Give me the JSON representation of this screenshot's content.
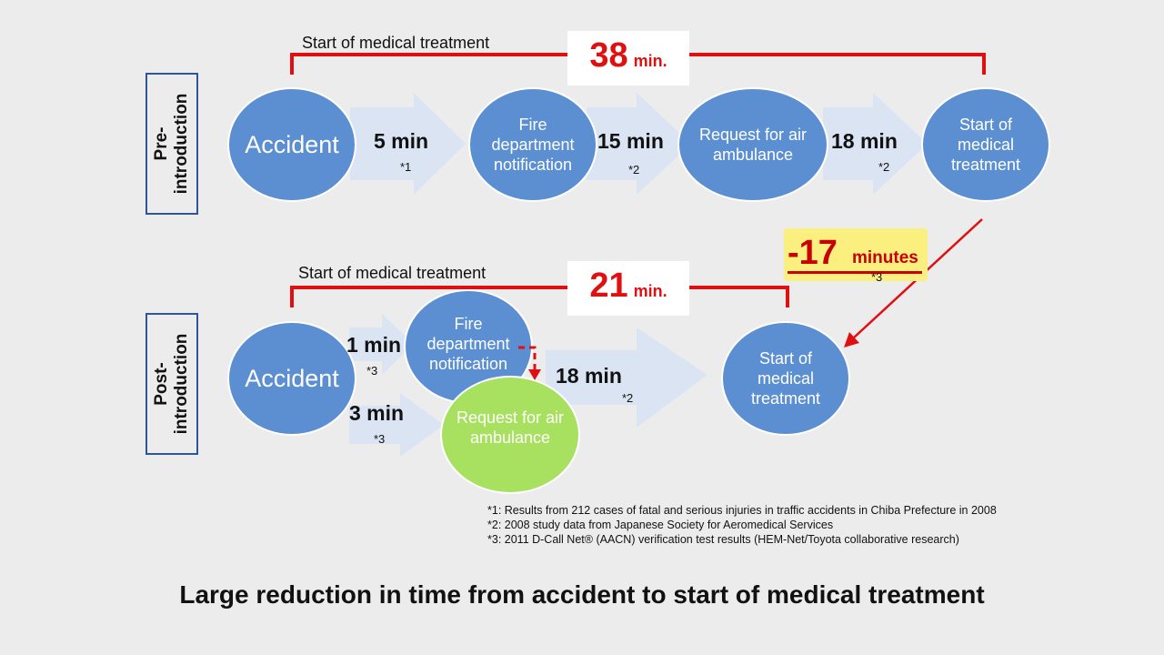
{
  "colors": {
    "circle_blue": "#5b8fd1",
    "circle_green": "#a8e05f",
    "arrow_fill": "#dbe4f3",
    "bracket_red": "#e01010",
    "highlight_yellow": "#fbf07f",
    "row_border": "#2f5597"
  },
  "pre": {
    "row_label": "Pre-\nintroduction",
    "bracket_label": "Start of medical treatment",
    "total_num": "38",
    "total_unit": "min.",
    "nodes": {
      "accident": "Accident",
      "fire": "Fire\ndepartment\nnotification",
      "request": "Request for air\nambulance",
      "start": "Start of\nmedical\ntreatment"
    },
    "durations": {
      "d1": "5 min",
      "n1": "*1",
      "d2": "15 min",
      "n2": "*2",
      "d3": "18 min",
      "n3": "*2"
    }
  },
  "post": {
    "row_label": "Post-\nintroduction",
    "bracket_label": "Start of medical treatment",
    "total_num": "21",
    "total_unit": "min.",
    "nodes": {
      "accident": "Accident",
      "fire": "Fire\ndepartment\nnotification",
      "request": "Request for air\nambulance",
      "start": "Start of\nmedical\ntreatment"
    },
    "durations": {
      "d1": "1 min",
      "n1": "*3",
      "d2": "3 min",
      "n2": "*3",
      "d3": "18 min",
      "n3": "*2"
    }
  },
  "reduction": {
    "num": "-17",
    "unit": "minutes",
    "note": "*3"
  },
  "footnotes": [
    "*1: Results from 212 cases of fatal and serious injuries in traffic accidents in Chiba Prefecture in 2008",
    "*2: 2008 study data from Japanese Society for Aeromedical Services",
    "*3: 2011 D-Call Net® (AACN) verification test results (HEM-Net/Toyota collaborative research)"
  ],
  "title": "Large reduction in time from accident to start of medical treatment"
}
